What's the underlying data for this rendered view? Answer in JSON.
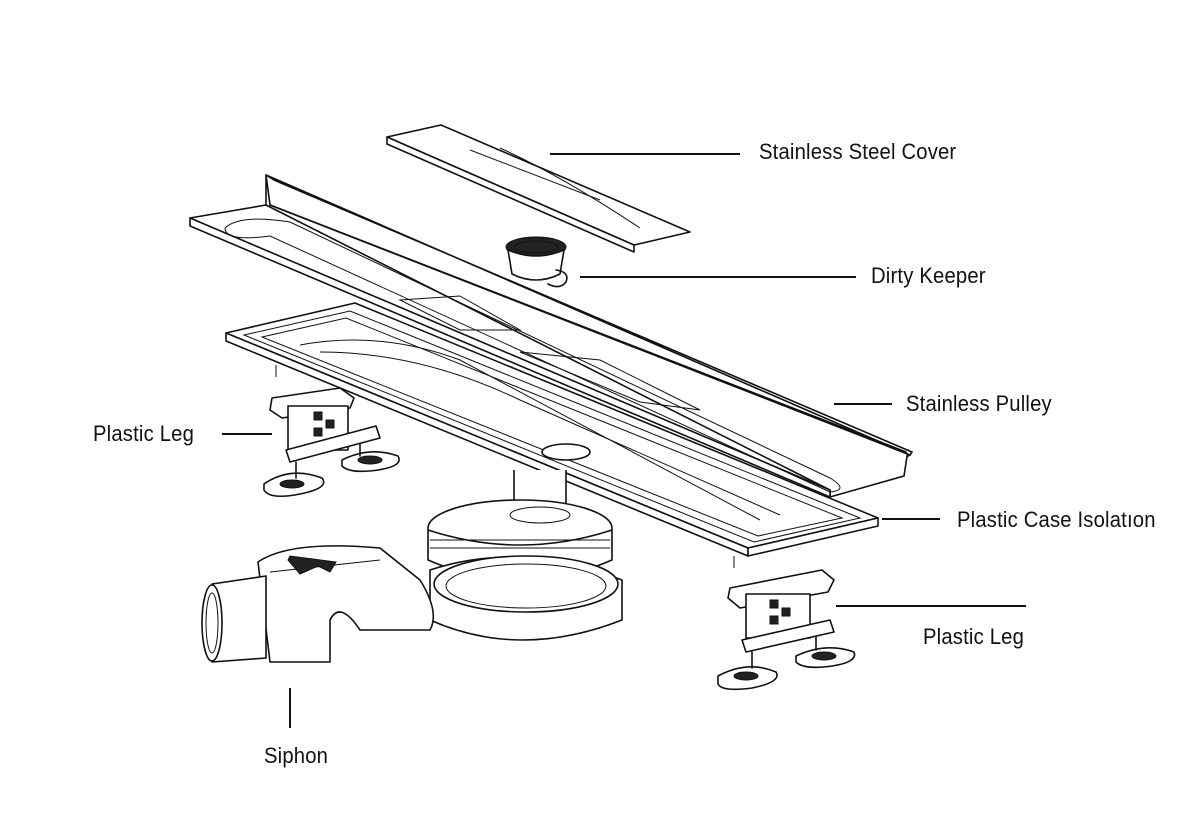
{
  "diagram": {
    "labels": {
      "stainless_steel_cover": "Stainless Steel Cover",
      "dirty_keeper": "Dirty Keeper",
      "stainless_pulley": "Stainless Pulley",
      "plastic_leg_left": "Plastic Leg",
      "plastic_case_isolation": "Plastic Case Isolatıon",
      "plastic_leg_right": "Plastic Leg",
      "siphon": "Siphon"
    },
    "colors": {
      "line": "#111111",
      "background": "#ffffff",
      "shade": "#d9d9d9"
    }
  }
}
